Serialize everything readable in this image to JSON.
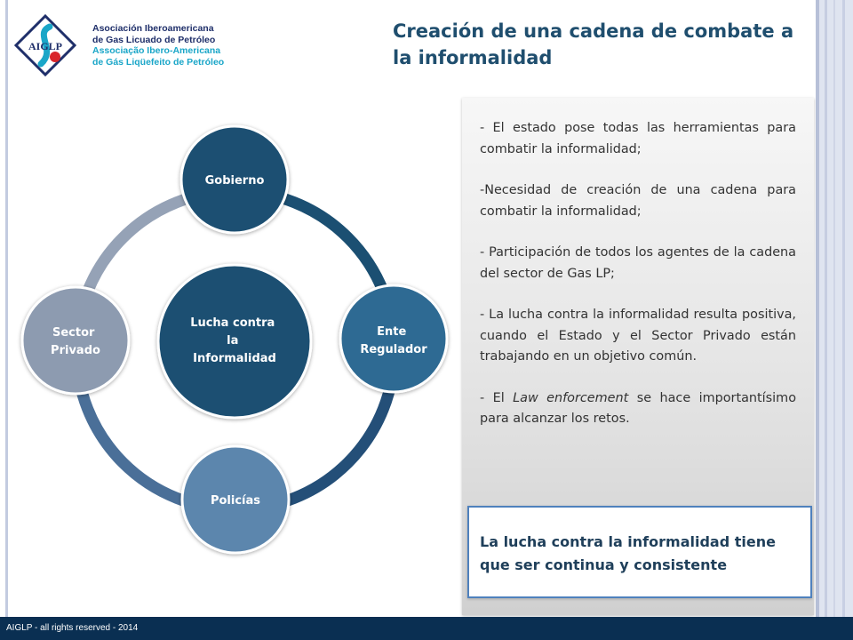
{
  "logo": {
    "mark": "AIGLP",
    "lines": [
      "Asociación Iberoamericana",
      "de Gas Licuado de Petróleo",
      "Associação Ibero-Americana",
      "de Gás Liqüefeito de Petróleo"
    ]
  },
  "slide": {
    "title_line1": "Creación de una cadena de combate a",
    "title_line2": "la informalidad"
  },
  "diagram": {
    "center": [
      "Lucha contra",
      "la",
      "Informalidad"
    ],
    "nodes": {
      "top": "Gobierno",
      "right": [
        "Ente",
        "Regulador"
      ],
      "bottom": "Policías",
      "left": [
        "Sector",
        "Privado"
      ]
    },
    "colors": {
      "dark": "#1b4f72",
      "mid": "#2e6a93",
      "light": "#5c86ad",
      "gray": "#8d9bb0"
    }
  },
  "bullets": {
    "b1": "- El estado pose todas las herramientas para combatir la informalidad;",
    "b2": "-Necesidad de creación de una cadena para combatir la informalidad;",
    "b3": "- Participación de todos los agentes de la cadena del sector de Gas LP;",
    "b4": "- La lucha contra la informalidad resulta positiva, cuando el Estado y el Sector Privado están trabajando en un objetivo común.",
    "b5_pre": "- El ",
    "b5_em": "Law enforcement",
    "b5_post": " se hace importantísimo para alcanzar los retos."
  },
  "callout": "La lucha contra la informalidad tiene que ser continua y consistente",
  "footer": "AIGLP - all rights reserved - 2014"
}
